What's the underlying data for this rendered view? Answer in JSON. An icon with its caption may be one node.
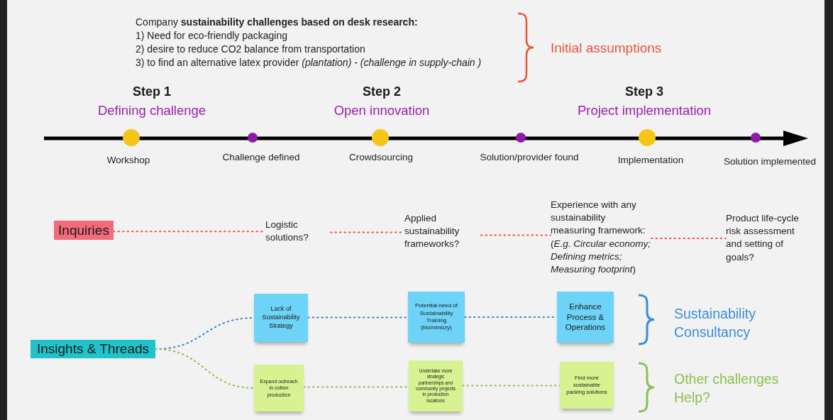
{
  "diagram": {
    "nodes": [
      {
        "text": [
          "Inquiries"
        ]
      },
      {
        "text": [
          "Logistic solutions?"
        ]
      },
      {
        "text": [
          "Applied sustainability frameworks?"
        ]
      },
      {
        "text": [
          "Experience with any sustainability measuring framework: (*E.g. Circular economy; Defining metrics; Measuring footprint*)"
        ]
      },
      {
        "text": [
          "Product life-cycle risk assessment and setting  of goals?"
        ]
      },
      {
        "text": [
          "Insights & Threads"
        ]
      },
      {
        "text": [
          "Lack of Sustainability Strategy"
        ]
      },
      {
        "text": [
          "Potential need of Sustainability Training (biomimicry)"
        ]
      },
      {
        "text": [
          "Enhance Process & Operations"
        ]
      },
      {
        "text": [
          "Expand outreach in cotton production"
        ]
      },
      {
        "text": [
          "Undertake more strategic partnerships and community projects in production locations"
        ]
      },
      {
        "text": [
          "Find more sustainable packing solutions"
        ]
      }
    ],
    "edges": [
      {
        "from": 0,
        "to": 1,
        "arrow": "none",
        "style": "dashed",
        "color": "#e8553f"
      },
      {
        "from": 1,
        "to": 2,
        "arrow": "none",
        "style": "dashed",
        "color": "#e8553f"
      },
      {
        "from": 2,
        "to": 3,
        "arrow": "none",
        "style": "dashed",
        "color": "#e8553f"
      },
      {
        "from": 3,
        "to": 4,
        "arrow": "none",
        "style": "dashed",
        "color": "#e8553f"
      },
      {
        "from": 5,
        "to": 6,
        "arrow": "none",
        "style": "dashed",
        "color": "#3a7fd1"
      },
      {
        "from": 5,
        "to": 9,
        "arrow": "none",
        "style": "dashed",
        "color": "#8cc152"
      },
      {
        "from": 6,
        "to": 7,
        "arrow": "none",
        "style": "dashed",
        "color": "#3a7fd1"
      },
      {
        "from": 7,
        "to": 8,
        "arrow": "none",
        "style": "dashed",
        "color": "#3a7fd1"
      },
      {
        "from": 9,
        "to": 10,
        "arrow": "none",
        "style": "dashed",
        "color": "#8cc152"
      },
      {
        "from": 10,
        "to": 11,
        "arrow": "none",
        "style": "dashed",
        "color": "#8cc152"
      }
    ],
    "labels": [
      "Company **sustainability challenges based on desk research:**",
      "1) Need for eco-friendly packaging",
      "2) desire to reduce CO2 balance from transportation",
      "3) to find an alternative latex provider *(plantation) -  (challenge in supply-chain )*",
      "Initial assumptions",
      "Step 1",
      "Defining challenge",
      "Step 2",
      "Open innovation",
      "Step 3",
      "Project implementation",
      "Workshop",
      "Challenge defined",
      "Crowdsourcing",
      "Solution/provider found",
      "Implementation",
      "Solution implemented",
      "Sustainability Consultancy",
      "Other challenges Help?"
    ]
  }
}
